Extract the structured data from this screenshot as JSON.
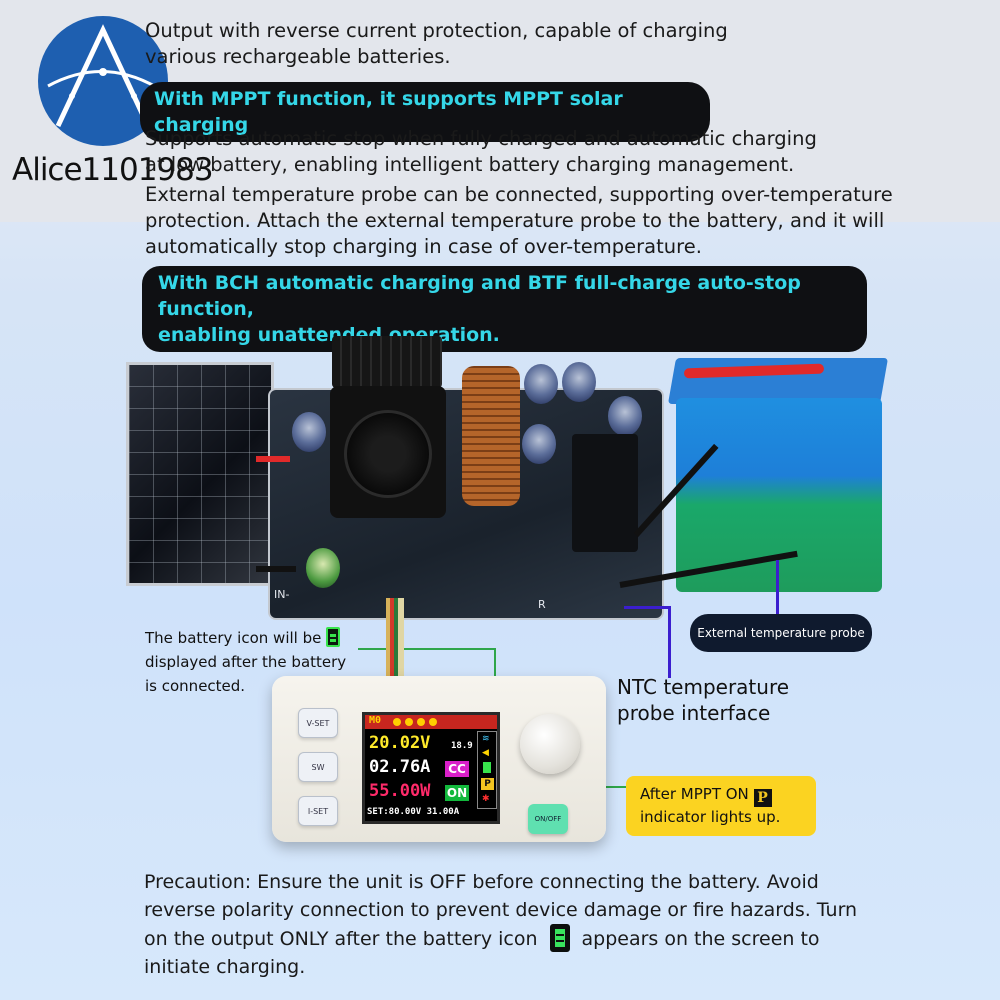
{
  "watermark": "Alice1101983",
  "feature_text_1": [
    "Output with reverse current protection, capable of charging",
    "various rechargeable batteries."
  ],
  "highlight_1": "With MPPT function, it supports MPPT solar charging",
  "feature_text_2": [
    "Supports automatic stop when fully charged and automatic charging",
    "at low battery, enabling intelligent battery charging management."
  ],
  "feature_text_3": [
    "External temperature probe can be connected, supporting over-temperature",
    "protection. Attach the external temperature probe to the battery, and it will",
    "automatically stop charging in case of over-temperature."
  ],
  "highlight_2": [
    "With BCH automatic charging and BTF full-charge auto-stop function,",
    "enabling unattended operation."
  ],
  "board_labels": {
    "in_minus": "IN-",
    "r": "R"
  },
  "battery_icon_note": {
    "line1": "The battery icon will be",
    "line2": "displayed after the battery",
    "line3": "is connected."
  },
  "temp_probe_label": "External temperature probe",
  "ntc_label": [
    "NTC temperature",
    "probe interface"
  ],
  "controller": {
    "keys": {
      "vset": "V-SET",
      "sw": "SW",
      "iset": "I-SET",
      "onoff": "ON/OFF"
    },
    "screen": {
      "mode": "M0",
      "voltage": "20.02V",
      "current": "02.76A",
      "power": "55.00W",
      "temp": "18.9",
      "cc": "CC",
      "on": "ON",
      "set": "SET:80.00V 31.00A",
      "mppt_badge": "P"
    }
  },
  "mppt_callout": {
    "line1_prefix": "After MPPT ON",
    "badge": "P",
    "line2": "indicator lights up."
  },
  "precaution": {
    "part1": "Precaution: Ensure the unit is OFF before connecting the battery. Avoid reverse polarity connection to prevent device damage or fire hazards. Turn on the output ONLY after the battery icon",
    "part2": "appears on the screen to initiate charging."
  },
  "colors": {
    "pill_bg": "#0f1013",
    "pill_text": "#35d7e8",
    "callout": "#fbd321",
    "lead_green": "#2fa64a",
    "probe_purple": "#3b1ecf"
  }
}
